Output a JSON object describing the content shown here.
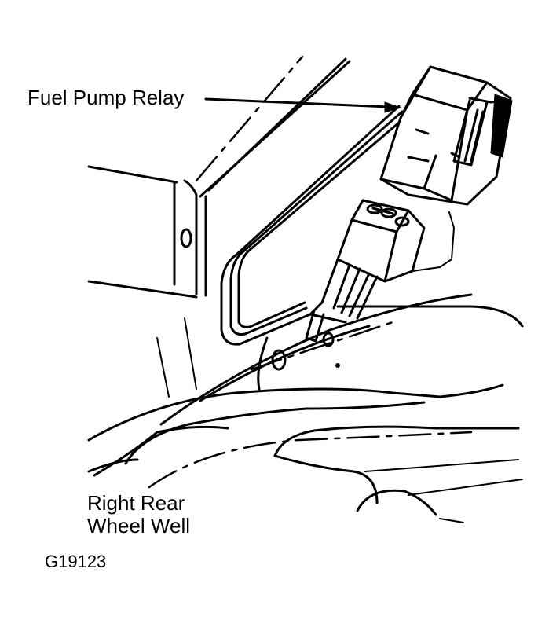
{
  "labels": {
    "relay": "Fuel Pump Relay",
    "wheel_well_line1": "Right Rear",
    "wheel_well_line2": "Wheel Well",
    "figure_code": "G19123"
  },
  "colors": {
    "ink": "#000000",
    "background": "#ffffff"
  }
}
